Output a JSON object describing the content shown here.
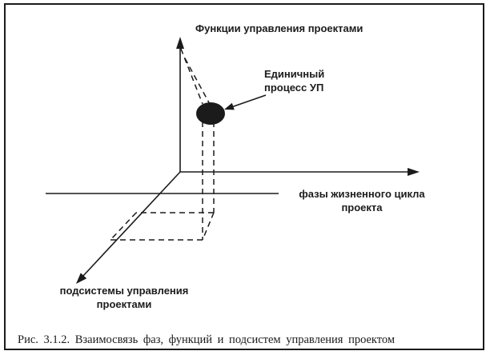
{
  "diagram": {
    "axis_functions_label": "Функции управления проектами",
    "axis_phases_label_line1": "фазы жизненного цикла",
    "axis_phases_label_line2": "проекта",
    "axis_subsystems_label_line1": "подсистемы управления",
    "axis_subsystems_label_line2": "проектами",
    "callout": {
      "line1": "Единичный",
      "line2": "процесс УП"
    },
    "caption": "Рис. 3.1.2. Взаимосвязь фаз, функций и подсистем управления проектом"
  },
  "colors": {
    "ink": "#1b1b1b",
    "paper": "#ffffff"
  }
}
